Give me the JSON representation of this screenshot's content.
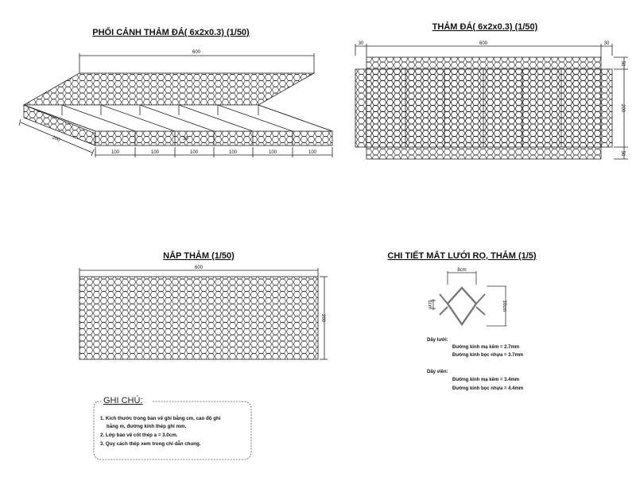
{
  "perspective": {
    "title": "PHỐI CẢNH THẢM ĐÁ( 6x2x0.3) (1/50)",
    "length_dim": "600",
    "width_dim": "200",
    "height_dim": "30",
    "segment_dims": [
      "100",
      "100",
      "100",
      "100",
      "100",
      "100"
    ]
  },
  "plan": {
    "title": "THẢM ĐÁ( 6x2x0.3) (1/50)",
    "left_dim": "30",
    "length_dim": "600",
    "right_dim": "30",
    "top_dim": "50",
    "width_dim": "200",
    "bottom_dim": "50"
  },
  "lid": {
    "title": "NẮP THẢM (1/50)",
    "length_dim": "600",
    "width_dim": "200"
  },
  "mesh_detail": {
    "title": "CHI TIẾT MẮT LƯỚI RỌ, THẢM (1/5)",
    "width_dim": "8cm",
    "twist_dim": "1cm",
    "height_dim": "10cm",
    "mesh_wire_label": "Dây lưới:",
    "mesh_wire_specs": [
      "Đường kính mạ kẽm = 2.7mm",
      "Đường kính bọc nhựa = 3.7mm"
    ],
    "edge_wire_label": "Dây viền:",
    "edge_wire_specs": [
      "Đường kính mạ kẽm = 3.4mm",
      "Đường kính bọc nhựa = 4.4mm"
    ]
  },
  "notes": {
    "title": "GHI CHÚ:",
    "items": [
      "1. Kích thước trong bản vẽ ghi bằng cm, cao độ ghi",
      "bằng m, đường kính thép ghi mm.",
      "2. Lớp bảo vệ cốt thép a = 3.0cm.",
      "3. Quy cách thép xem trong chỉ dẫn chung."
    ]
  }
}
